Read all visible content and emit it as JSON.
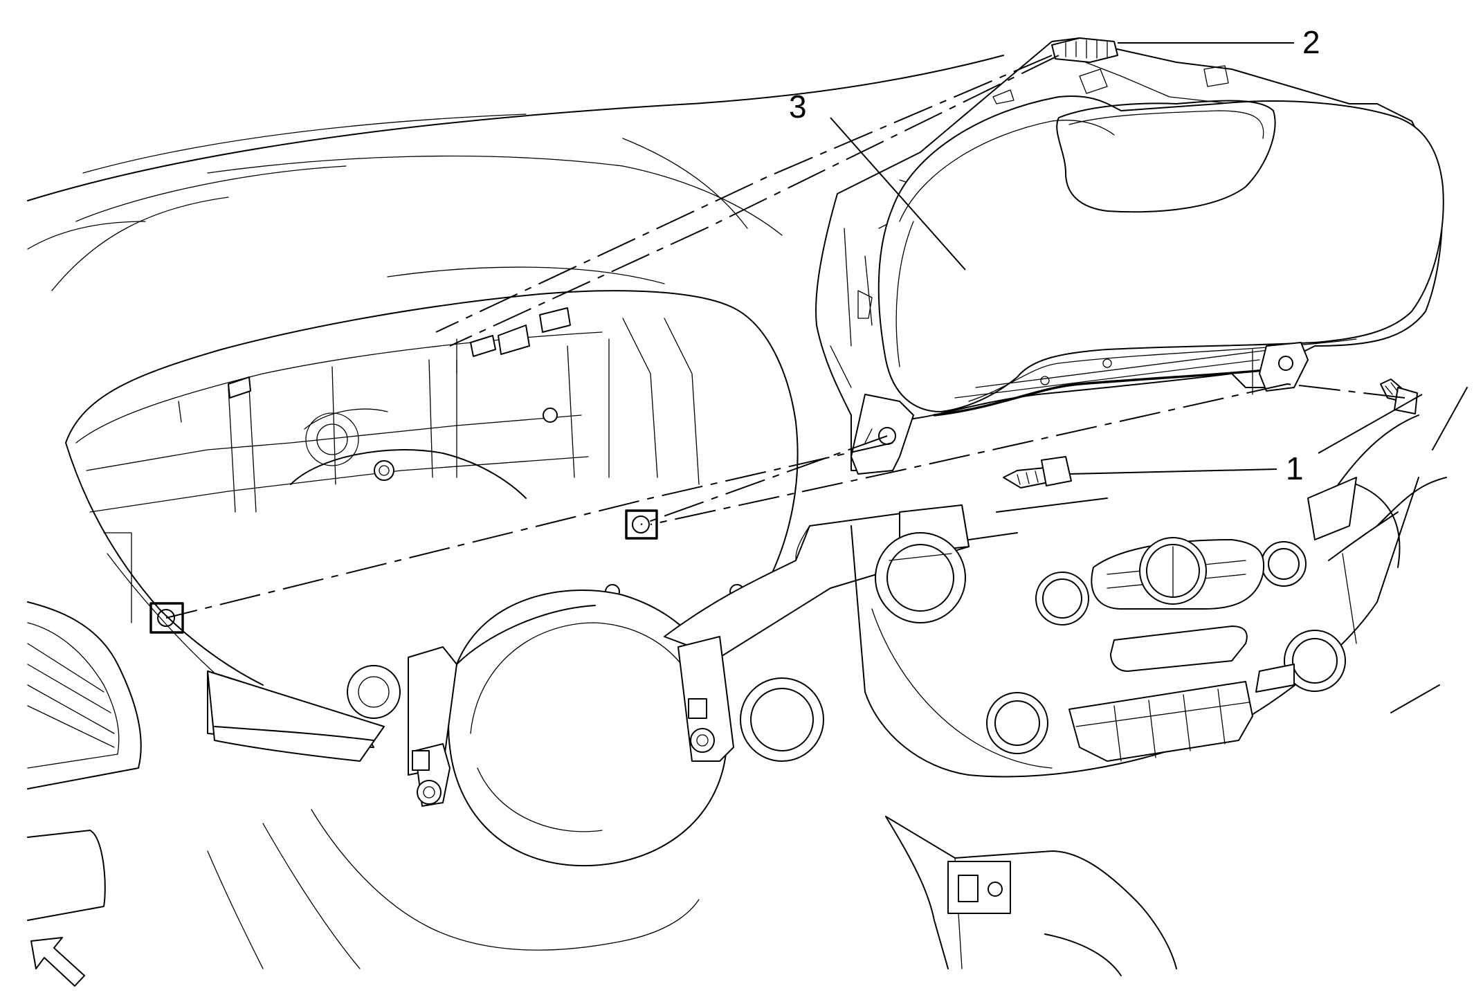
{
  "callouts": [
    {
      "id": "callout-1",
      "label": "1"
    },
    {
      "id": "callout-2",
      "label": "2"
    },
    {
      "id": "callout-3",
      "label": "3"
    }
  ],
  "view_direction_icon": "view-direction-arrow-icon"
}
